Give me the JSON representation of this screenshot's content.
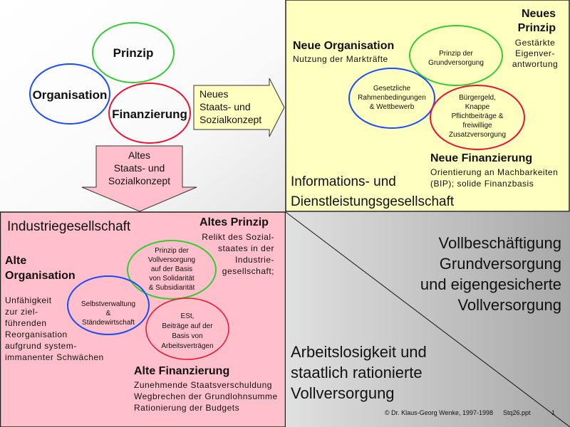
{
  "top_left": {
    "circle_prinzip": "Prinzip",
    "circle_organisation": "Organisation",
    "circle_finanzierung": "Finanzierung",
    "arrow_new": [
      "Neues",
      "Staats- und",
      "Sozialkonzept"
    ],
    "arrow_old": [
      "Altes",
      "Staats- und",
      "Sozialkonzept"
    ]
  },
  "top_right": {
    "neues_prinzip_title": [
      "Neues",
      "Prinzip"
    ],
    "neues_prinzip_desc": [
      "Gestärkte",
      "Eigenver-",
      "antwortung"
    ],
    "neue_organisation_title": "Neue Organisation",
    "neue_organisation_desc": "Nutzung der Markträfte",
    "circle_green": [
      "Prinzip der",
      "Grundversorgung"
    ],
    "circle_blue": [
      "Gesetzliche",
      "Rahmenbedingungen",
      "& Wettbewerb"
    ],
    "circle_red": [
      "Bürgergeld,",
      "Knappe",
      "Pflichtbeiträge &",
      "freiwillige",
      "Zusatzversorgung"
    ],
    "neue_finanzierung_title": "Neue Finanzierung",
    "neue_finanzierung_desc": [
      "Orientierung an Machbarkeiten",
      "(BIP); solide Finanzbasis"
    ],
    "society": [
      "Informations- und",
      "Dienstleistungsgesellschaft"
    ]
  },
  "bottom_left": {
    "society": "Industriegesellschaft",
    "altes_prinzip_title": "Altes Prinzip",
    "altes_prinzip_desc": [
      "Relikt des Sozial-",
      "staates in der",
      "Industrie-",
      "gesellschaft;"
    ],
    "alte_organisation_title": [
      "Alte",
      "Organisation"
    ],
    "alte_organisation_desc": [
      "Unfähigkeit",
      "zur ziel-",
      "führenden",
      "Reorganisation",
      "aufgrund system-",
      "immanenter Schwächen"
    ],
    "circle_green": [
      "Prinzip der",
      "Vollversorgung",
      "auf der Basis",
      "von Solidarität",
      "& Subsidiarität"
    ],
    "circle_blue": [
      "Selbstverwaltung",
      "&",
      "Ständewirtschaft"
    ],
    "circle_red": [
      "ESt,",
      "Beiträge auf der",
      "Basis von",
      "Arbeitsverträgen"
    ],
    "alte_finanzierung_title": "Alte Finanzierung",
    "alte_finanzierung_desc": [
      "Zunehmende Staatsverschuldung",
      "Wegbrechen der Grundlohnsumme",
      "Rationierung der Budgets"
    ]
  },
  "bottom_right": {
    "upper": [
      "Vollbeschäftigung",
      "Grundversorgung",
      "und eigengesicherte",
      "Vollversorgung"
    ],
    "lower": [
      "Arbeitslosigkeit und",
      "staatlich rationierte",
      "Vollversorgung"
    ]
  },
  "footer": {
    "copyright": "© Dr. Klaus-Georg Wenke, 1997-1998",
    "file": "Stq26.ppt",
    "page": "1"
  }
}
